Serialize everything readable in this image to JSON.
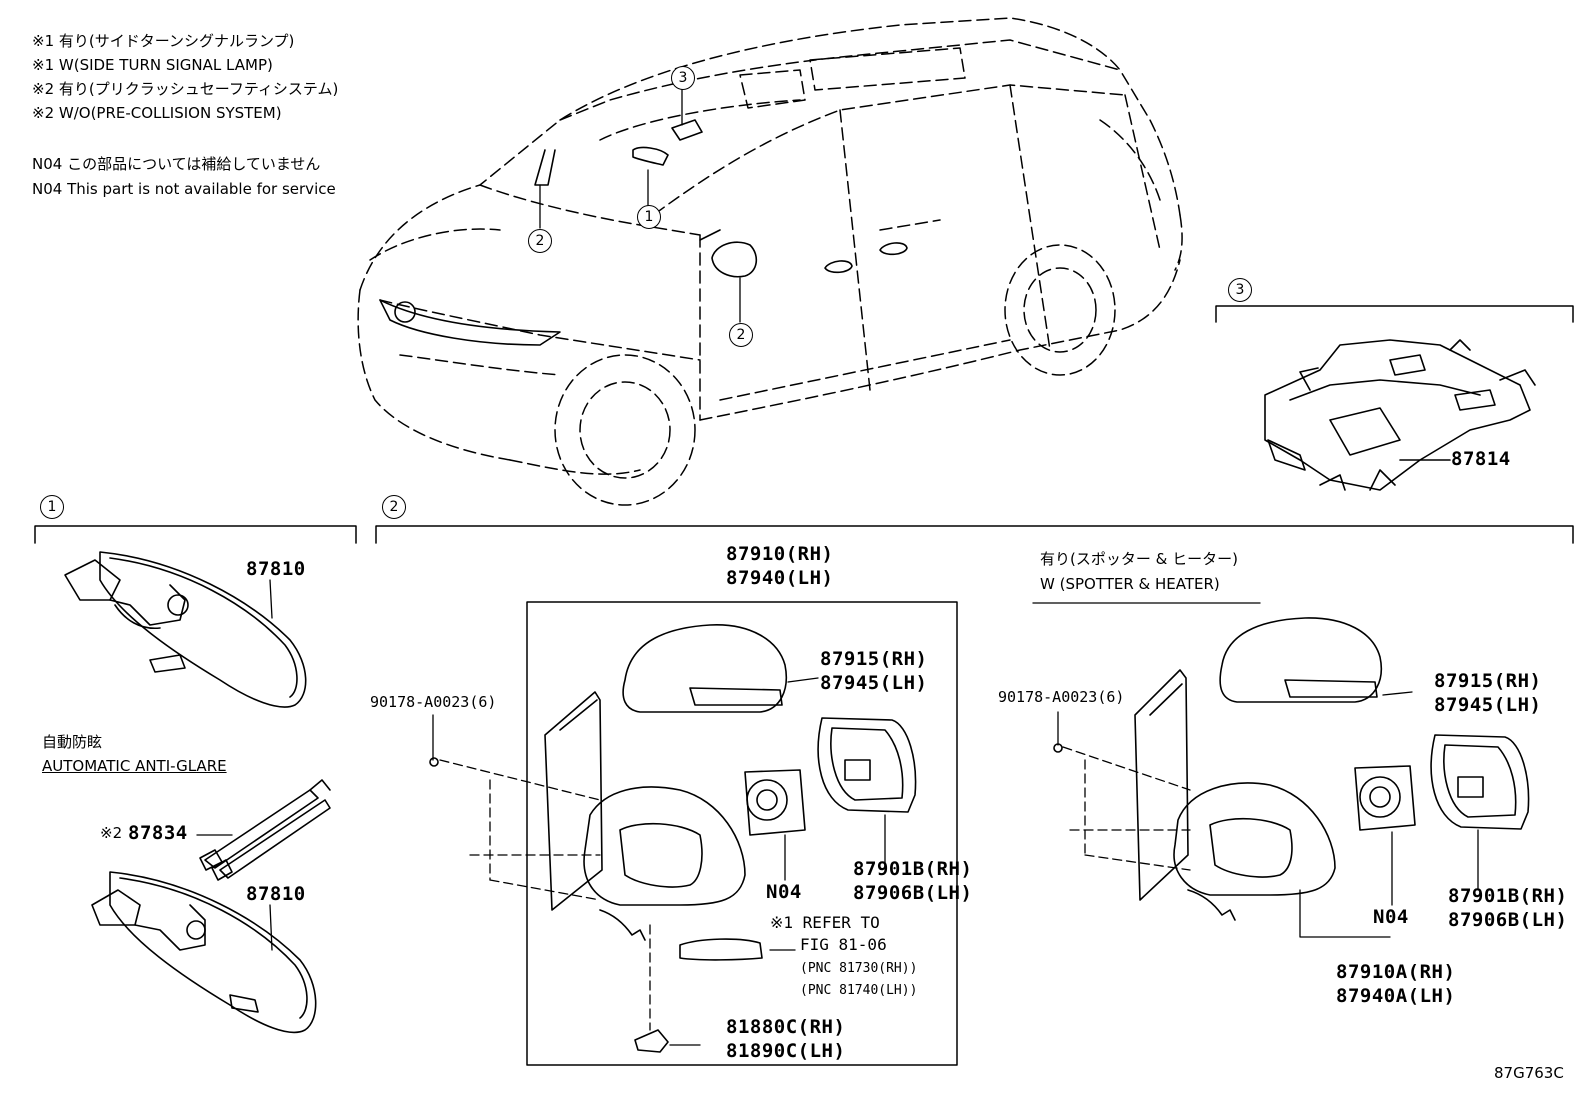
{
  "notes": {
    "line1": "※1 有り(サイドターンシグナルランプ)",
    "line2": "※1 W(SIDE TURN SIGNAL LAMP)",
    "line3": "※2 有り(プリクラッシュセーフティシステム)",
    "line4": "※2 W/O(PRE-COLLISION SYSTEM)",
    "n04_jp": "N04 この部品については補給していません",
    "n04_en": "N04 This part is not available for service"
  },
  "callouts": {
    "c1": "1",
    "c2": "2",
    "c3": "3"
  },
  "section1": {
    "part_a": "87810",
    "label_jp": "自動防眩",
    "label_en": "AUTOMATIC ANTI-GLARE",
    "part_b_prefix": "※2",
    "part_b": "87834",
    "part_c": "87810"
  },
  "section2": {
    "assy_rh": "87910(RH)",
    "assy_lh": "87940(LH)",
    "screw_l": "90178-A0023(6)",
    "cover_rh_l": "87915(RH)",
    "cover_lh_l": "87945(LH)",
    "n04_l": "N04",
    "glass_rh_l": "87901B(RH)",
    "glass_lh_l": "87906B(LH)",
    "refer_1": "※1 REFER TO",
    "refer_2": "FIG 81-06",
    "pnc_rh": "(PNC 81730(RH))",
    "pnc_lh": "(PNC 81740(LH))",
    "lamp_rh": "81880C(RH)",
    "lamp_lh": "81890C(LH)",
    "opt_jp": "有り(スポッター & ヒーター)",
    "opt_en": "W (SPOTTER & HEATER)",
    "screw_r": "90178-A0023(6)",
    "cover_rh_r": "87915(RH)",
    "cover_lh_r": "87945(LH)",
    "n04_r": "N04",
    "glass_rh_r": "87901B(RH)",
    "glass_lh_r": "87906B(LH)",
    "assy2_rh": "87910A(RH)",
    "assy2_lh": "87940A(LH)"
  },
  "section3": {
    "part": "87814"
  },
  "diagram_id": "87G763C"
}
